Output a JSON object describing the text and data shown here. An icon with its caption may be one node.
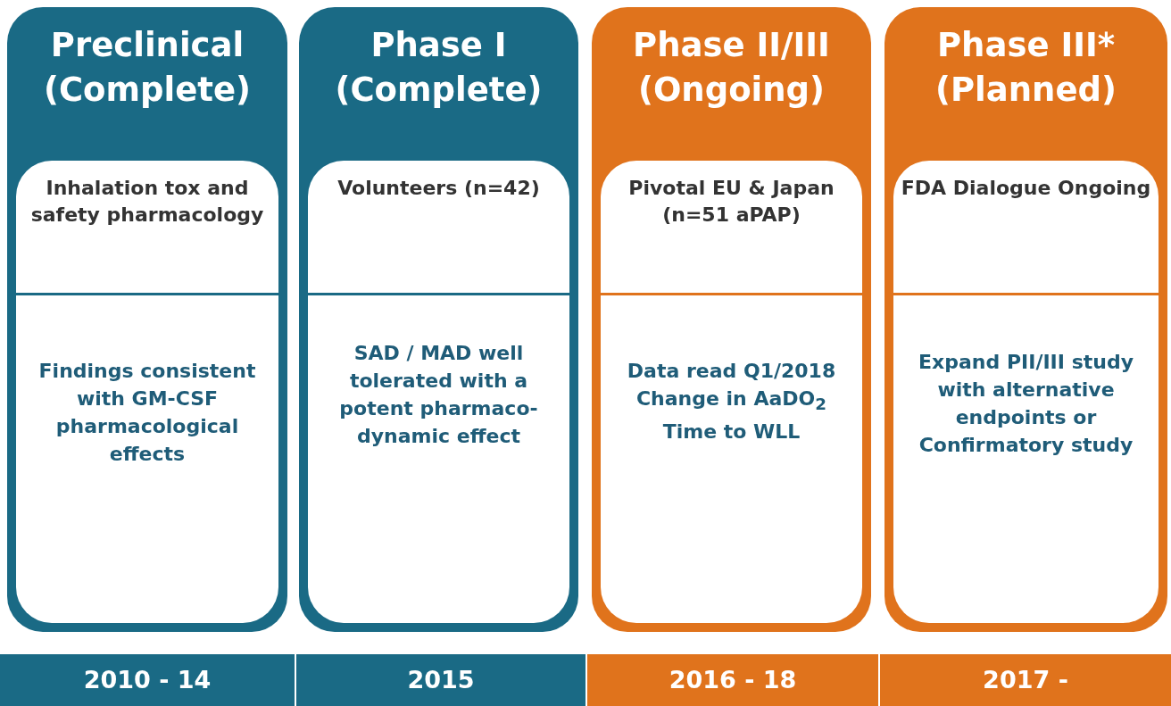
{
  "diagram": {
    "nodes": [
      {
        "text": [
          "Preclinical (Complete)"
        ]
      },
      {
        "text": [
          "Inhalation tox and safety pharmacology",
          "Findings consistent with GM-CSF pharmacological effects"
        ],
        "in": 0
      },
      {
        "text": [
          "Phase I (Complete)"
        ]
      },
      {
        "text": [
          "Volunteers (n=42)",
          "SAD / MAD well tolerated with a potent pharmaco- dynamic effect"
        ],
        "in": 2
      },
      {
        "text": [
          "Phase II/III (Ongoing)"
        ]
      },
      {
        "text": [
          "Pivotal EU & Japan (n=51 aPAP)",
          "Data read Q1/2018 Change in AaDO$_{2}$ Time to WLL"
        ],
        "in": 4
      },
      {
        "text": [
          "Phase III* (Planned)"
        ]
      },
      {
        "text": [
          "FDA Dialogue Ongoing",
          "Expand PII/III study with alternative endpoints or Confirmatory study"
        ],
        "in": 6
      },
      {
        "text": [
          "2010 - 14"
        ]
      },
      {
        "text": [
          "2015"
        ]
      },
      {
        "text": [
          "2016 - 18"
        ]
      },
      {
        "text": [
          "2017 -"
        ]
      }
    ],
    "edges": []
  }
}
